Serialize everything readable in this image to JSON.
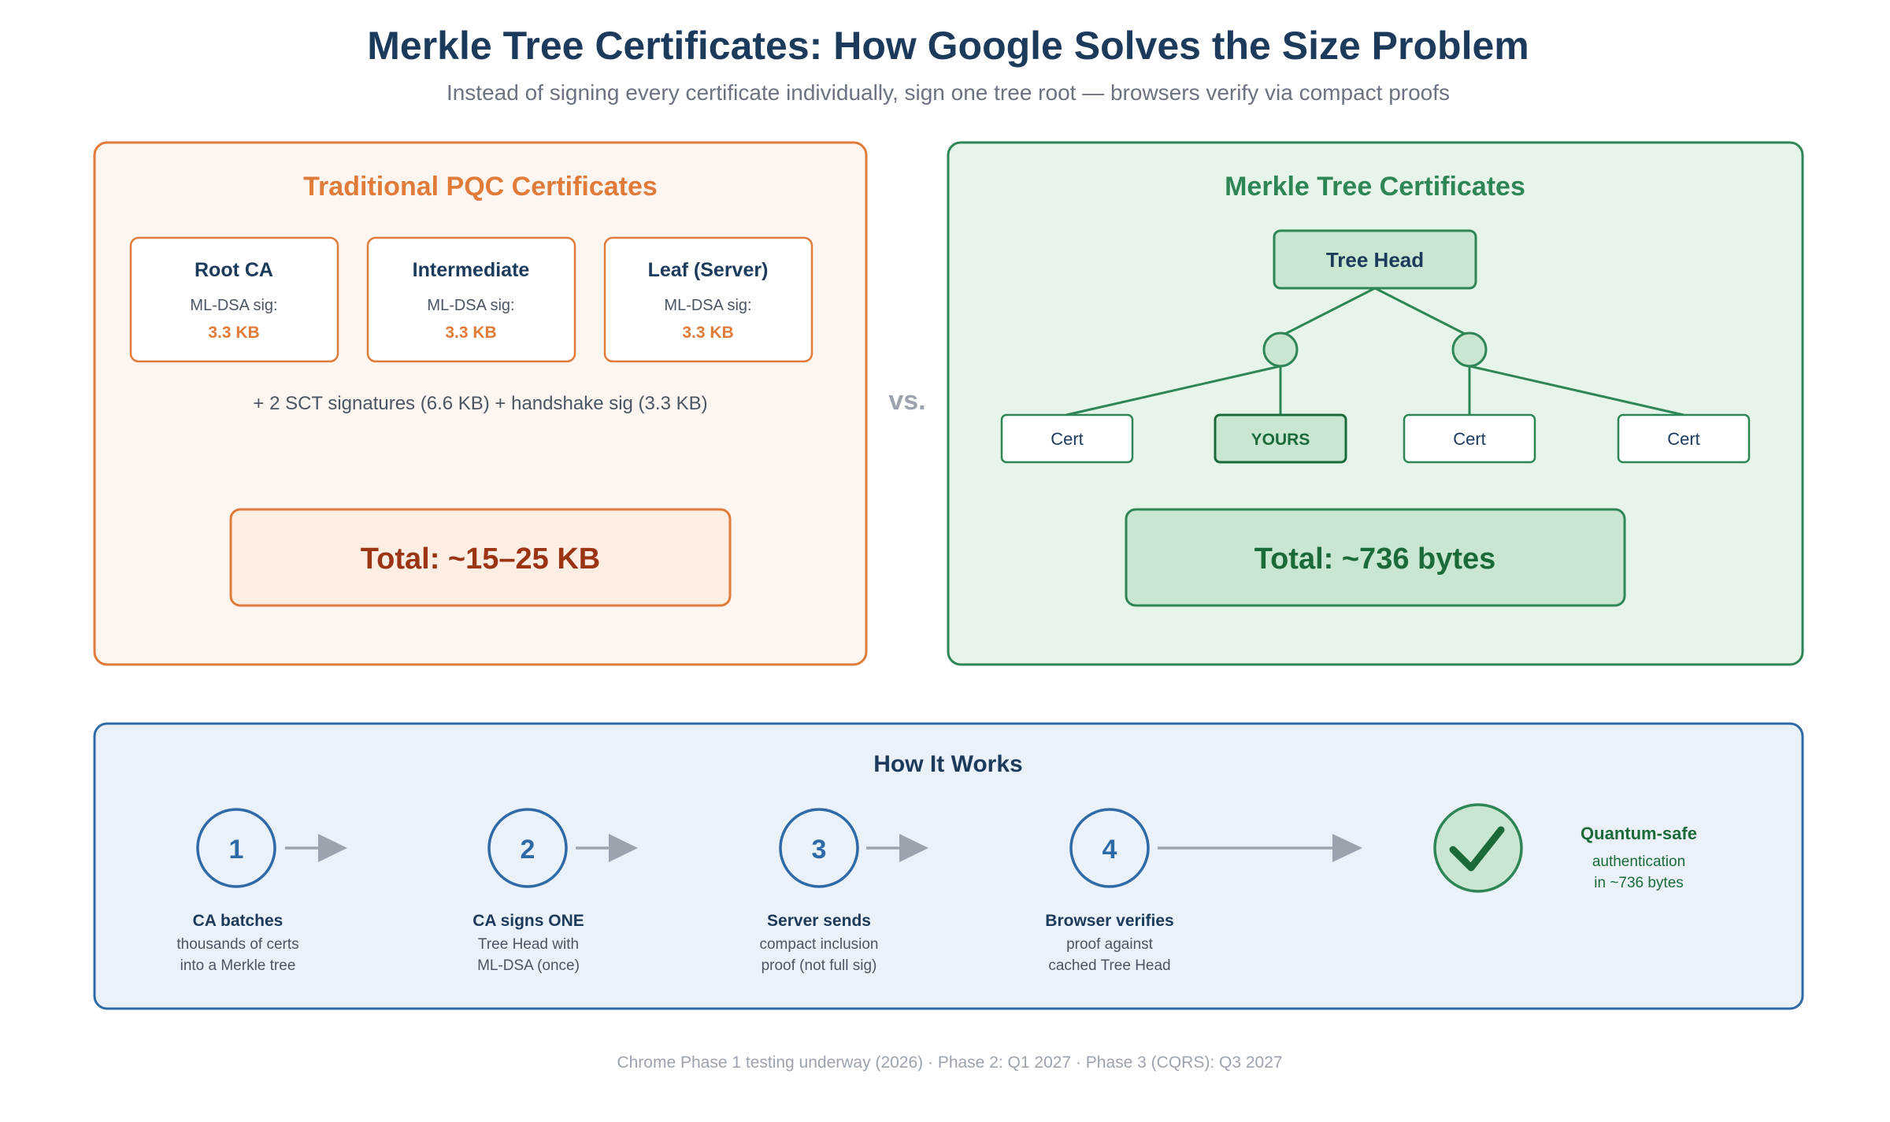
{
  "header": {
    "title": "Merkle Tree Certificates: How Google Solves the Size Problem",
    "subtitle": "Instead of signing every certificate individually, sign one tree root — browsers verify via compact proofs"
  },
  "traditional": {
    "heading": "Traditional PQC Certificates",
    "cards": [
      {
        "title": "Root CA",
        "label": "ML-DSA sig:",
        "value": "3.3 KB"
      },
      {
        "title": "Intermediate",
        "label": "ML-DSA sig:",
        "value": "3.3 KB"
      },
      {
        "title": "Leaf (Server)",
        "label": "ML-DSA sig:",
        "value": "3.3 KB"
      }
    ],
    "extra": "+ 2 SCT signatures (6.6 KB) + handshake sig (3.3 KB)",
    "total": "Total: ~15–25 KB"
  },
  "vs": "vs.",
  "merkle": {
    "heading": "Merkle Tree Certificates",
    "tree_head": "Tree Head",
    "leaves": [
      "Cert",
      "YOURS",
      "Cert",
      "Cert"
    ],
    "total": "Total: ~736 bytes"
  },
  "how": {
    "heading": "How It Works",
    "steps": [
      {
        "num": "1",
        "title": "CA batches",
        "line1": "thousands of certs",
        "line2": "into a Merkle tree"
      },
      {
        "num": "2",
        "title": "CA signs ONE",
        "line1": "Tree Head with",
        "line2": "ML-DSA (once)"
      },
      {
        "num": "3",
        "title": "Server sends",
        "line1": "compact inclusion",
        "line2": "proof (not full sig)"
      },
      {
        "num": "4",
        "title": "Browser verifies",
        "line1": "proof against",
        "line2": "cached Tree Head"
      }
    ],
    "result": {
      "title": "Quantum-safe",
      "line1": "authentication",
      "line2": "in ~736 bytes"
    }
  },
  "footer": "Chrome Phase 1 testing underway (2026) · Phase 2: Q1 2027 · Phase 3 (CQRS): Q3 2027",
  "colors": {
    "orange": "#e07b39",
    "green": "#2e8555",
    "blue": "#2e6aa8",
    "navy": "#1b3a5c"
  }
}
